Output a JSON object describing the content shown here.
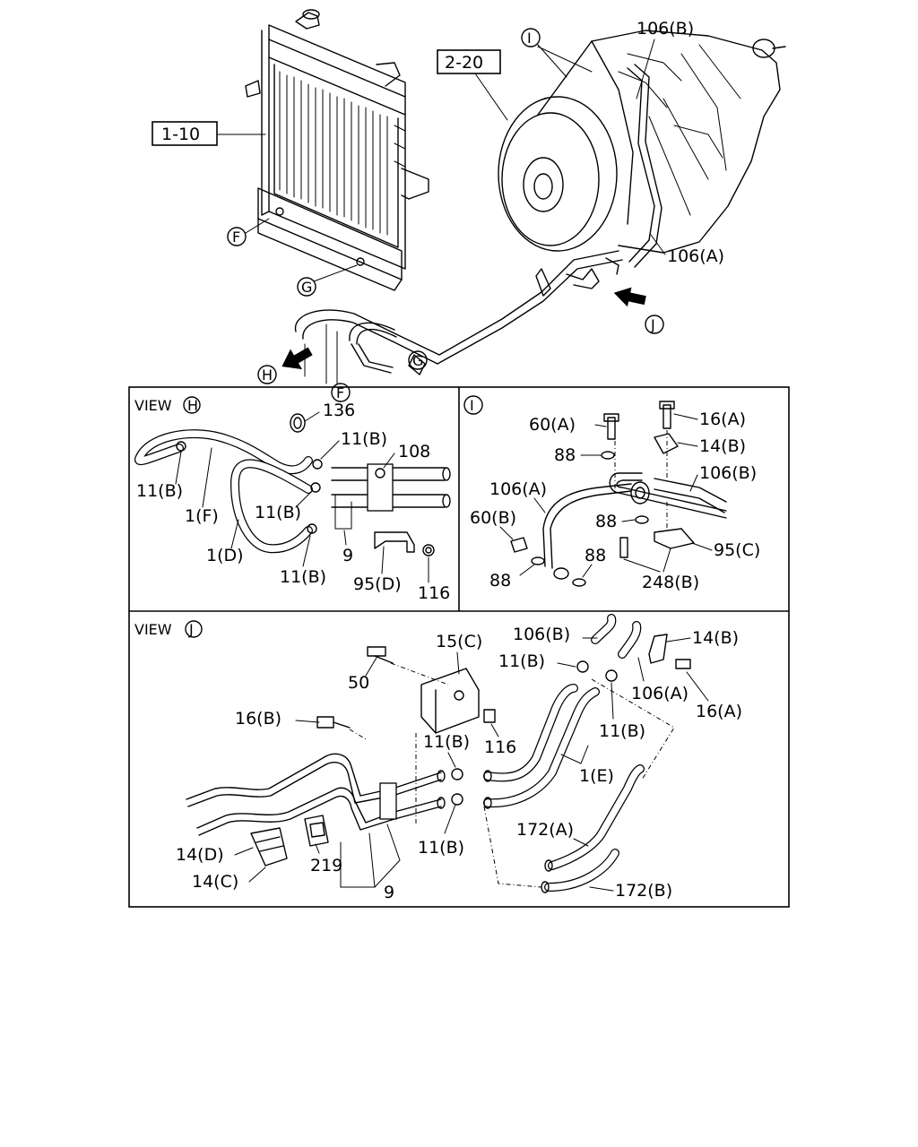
{
  "refs": {
    "radiator": "1-10",
    "transmission": "2-20"
  },
  "callouts": {
    "F": "F",
    "G": "G",
    "H": "H",
    "I": "I",
    "J": "J"
  },
  "top": {
    "p106b": "106(B)",
    "p106a": "106(A)"
  },
  "view_h": {
    "title": "VIEW",
    "p136": "136",
    "p11b_a": "11(B)",
    "p108": "108",
    "p11b_left": "11(B)",
    "p1f": "1(F)",
    "p11b_mid": "11(B)",
    "p1d": "1(D)",
    "p9": "9",
    "p11b_low": "11(B)",
    "p95d": "95(D)",
    "p116": "116"
  },
  "view_i": {
    "p60a": "60(A)",
    "p16a": "16(A)",
    "p14b": "14(B)",
    "p88_a": "88",
    "p106b": "106(B)",
    "p106a": "106(A)",
    "p60b": "60(B)",
    "p88_b": "88",
    "p95c": "95(C)",
    "p88_c": "88",
    "p88_d": "88",
    "p248b": "248(B)"
  },
  "view_j": {
    "title": "VIEW",
    "p15c": "15(C)",
    "p106b": "106(B)",
    "p14b": "14(B)",
    "p50": "50",
    "p11b_a": "11(B)",
    "p106a": "106(A)",
    "p16a": "16(A)",
    "p16b": "16(B)",
    "p116": "116",
    "p11b_b": "11(B)",
    "p11b_c": "11(B)",
    "p1e": "1(E)",
    "p172a": "172(A)",
    "p14d": "14(D)",
    "p219": "219",
    "p11b_d": "11(B)",
    "p14c": "14(C)",
    "p9": "9",
    "p172b": "172(B)"
  }
}
